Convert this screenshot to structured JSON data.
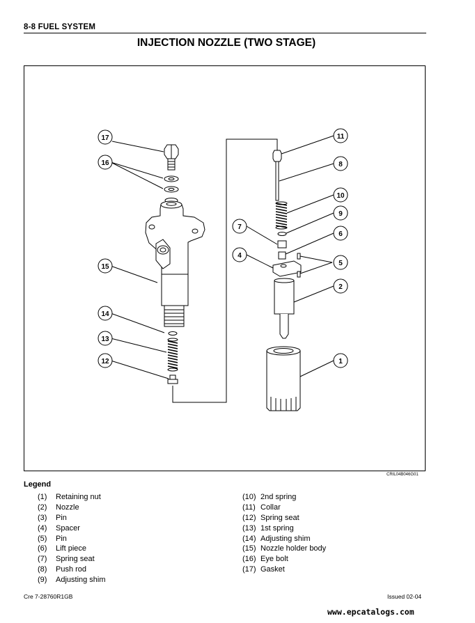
{
  "header": {
    "section": "8-8 FUEL SYSTEM",
    "title": "INJECTION NOZZLE (TWO STAGE)"
  },
  "figure": {
    "code": "CRIL04B046G01",
    "callouts": [
      "1",
      "2",
      "4",
      "5",
      "6",
      "7",
      "8",
      "9",
      "10",
      "11",
      "12",
      "13",
      "14",
      "15",
      "16",
      "17"
    ]
  },
  "legend": {
    "heading": "Legend",
    "left": [
      {
        "num": "(1)",
        "label": "Retaining nut"
      },
      {
        "num": "(2)",
        "label": "Nozzle"
      },
      {
        "num": "(3)",
        "label": "Pin"
      },
      {
        "num": "(4)",
        "label": "Spacer"
      },
      {
        "num": "(5)",
        "label": "Pin"
      },
      {
        "num": "(6)",
        "label": "Lift piece"
      },
      {
        "num": "(7)",
        "label": "Spring seat"
      },
      {
        "num": "(8)",
        "label": "Push rod"
      },
      {
        "num": "(9)",
        "label": "Adjusting shim"
      }
    ],
    "right": [
      {
        "num": "(10)",
        "label": "2nd spring"
      },
      {
        "num": "(11)",
        "label": "Collar"
      },
      {
        "num": "(12)",
        "label": "Spring seat"
      },
      {
        "num": "(13)",
        "label": "1st spring"
      },
      {
        "num": "(14)",
        "label": "Adjusting shim"
      },
      {
        "num": "(15)",
        "label": "Nozzle holder body"
      },
      {
        "num": "(16)",
        "label": "Eye bolt"
      },
      {
        "num": "(17)",
        "label": "Gasket"
      }
    ]
  },
  "footer": {
    "left": "Cre 7-28760R1GB",
    "right": "Issued 02-04",
    "watermark": "www.epcatalogs.com"
  }
}
